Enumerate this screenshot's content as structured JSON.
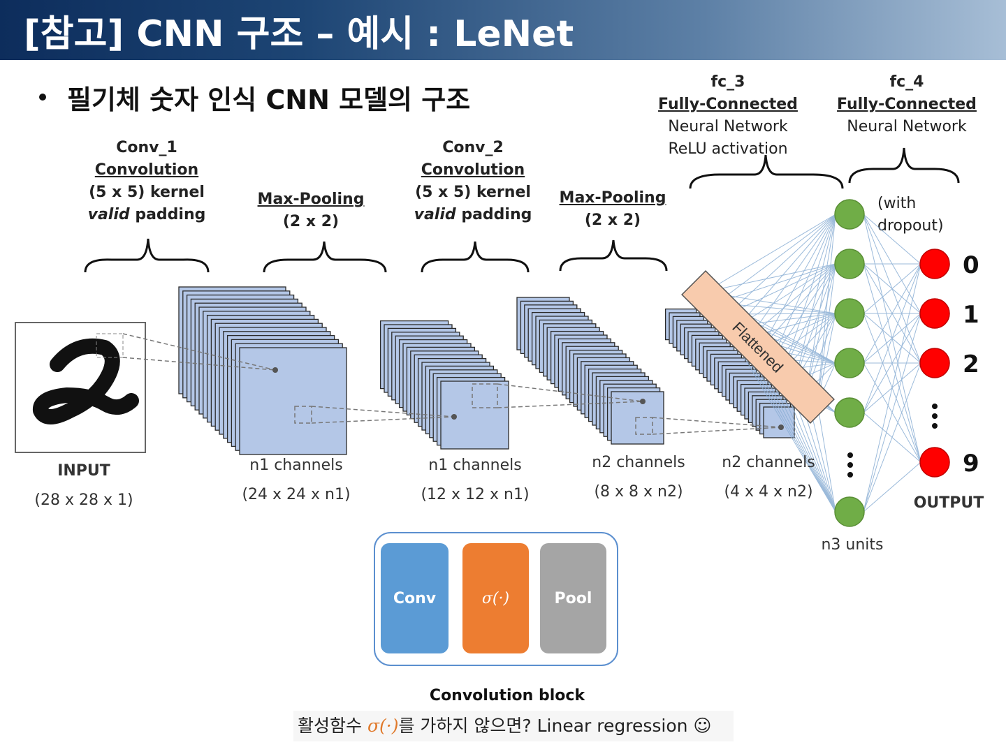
{
  "title": "[참고] CNN 구조 – 예시 : LeNet",
  "bullet": "필기체 숫자 인식 CNN 모델의 구조",
  "layers": {
    "conv1": {
      "name": "Conv_1",
      "type": "Convolution",
      "kernel": "(5 x 5) kernel",
      "padding_italic": "valid",
      "padding_rest": " padding"
    },
    "pool1": {
      "name": "Max-Pooling",
      "size": "(2 x 2)"
    },
    "conv2": {
      "name": "Conv_2",
      "type": "Convolution",
      "kernel": "(5 x 5) kernel",
      "padding_italic": "valid",
      "padding_rest": " padding"
    },
    "pool2": {
      "name": "Max-Pooling",
      "size": "(2 x 2)"
    },
    "fc3": {
      "name": "fc_3",
      "type": "Fully-Connected",
      "line1": "Neural Network",
      "line2": "ReLU activation"
    },
    "fc4": {
      "name": "fc_4",
      "type": "Fully-Connected",
      "line1": "Neural Network"
    }
  },
  "dropout_note": "(with dropout)",
  "flatten_label": "Flattened",
  "input": {
    "label": "INPUT",
    "dims": "(28 x 28 x 1)"
  },
  "maps": [
    {
      "channels": "n1 channels",
      "dims": "(24 x 24 x n1)"
    },
    {
      "channels": "n1 channels",
      "dims": "(12 x 12 x n1)"
    },
    {
      "channels": "n2 channels",
      "dims": "(8 x 8 x n2)"
    },
    {
      "channels": "n2 channels",
      "dims": "(4 x 4 x n2)"
    }
  ],
  "hidden_units_label": "n3 units",
  "output": {
    "label": "OUTPUT",
    "digits": [
      "0",
      "1",
      "2",
      "9"
    ],
    "ellipsis": "⋮"
  },
  "conv_block": {
    "conv": "Conv",
    "activation": "σ(·)",
    "pool": "Pool",
    "caption": "Convolution block"
  },
  "note": {
    "before": "활성함수 ",
    "sigma": "σ(·)",
    "after": "를 가하지 않으면? Linear regression ☺"
  },
  "colors": {
    "feature_map": "#b4c7e7",
    "hidden_node": "#70ad47",
    "output_node": "#ff0000",
    "flatten": "#f8cbad",
    "conv": "#5b9bd5",
    "act": "#ed7d31",
    "pool": "#a5a5a5",
    "title_dark": "#0d2d5c"
  }
}
